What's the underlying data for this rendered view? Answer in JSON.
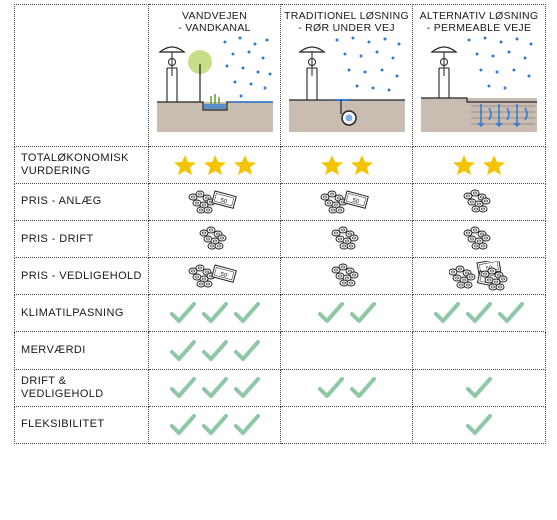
{
  "columns": [
    {
      "line1": "VANDVEJEN",
      "line2": "- VANDKANAL"
    },
    {
      "line1": "TRADITIONEL LØSNING",
      "line2": "- RØR UNDER VEJ"
    },
    {
      "line1": "ALTERNATIV LØSNING",
      "line2": "- PERMEABLE VEJE"
    }
  ],
  "rows": [
    {
      "label": "TOTALØKONOMISK VURDERING",
      "type": "star",
      "values": [
        3,
        2,
        2
      ]
    },
    {
      "label": "PRIS - ANLÆG",
      "type": "money",
      "values": [
        "coins+bill",
        "coins+bill",
        "coins"
      ]
    },
    {
      "label": "PRIS - DRIFT",
      "type": "money",
      "values": [
        "coins",
        "coins",
        "coins"
      ]
    },
    {
      "label": "PRIS - VEDLIGEHOLD",
      "type": "money",
      "values": [
        "coins+bill",
        "coins",
        "coins+bills"
      ]
    },
    {
      "label": "KLIMATILPASNING",
      "type": "check",
      "values": [
        3,
        2,
        3
      ]
    },
    {
      "label": "MERVÆRDI",
      "type": "check",
      "values": [
        3,
        0,
        0
      ]
    },
    {
      "label": "DRIFT & VEDLIGEHOLD",
      "type": "check",
      "values": [
        3,
        2,
        1
      ]
    },
    {
      "label": "FLEKSIBILITET",
      "type": "check",
      "values": [
        3,
        0,
        1
      ]
    }
  ],
  "bill_label": "50",
  "colors": {
    "star": "#f5c400",
    "check": "#8fc8a6",
    "rain": "#2d7bd6",
    "ground": "#c9bdb1"
  }
}
